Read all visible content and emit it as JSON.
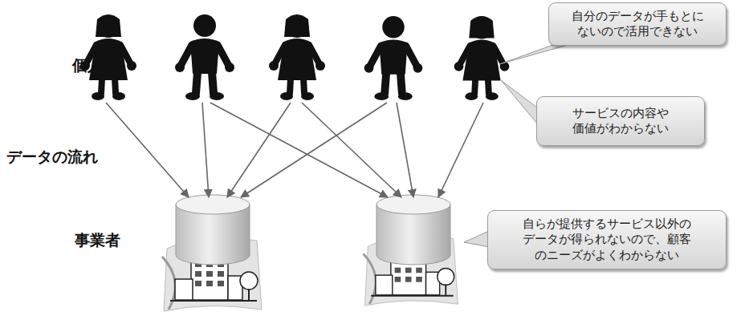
{
  "diagram": {
    "nodes": [
      {
        "text": [
          "自分のデータが手もとに ないので活用できない"
        ]
      },
      {
        "text": [
          "サービスの内容や 価値がわからない"
        ]
      },
      {
        "text": [
          "自らが提供するサービス以外の データが得られないので、顧客 のニーズがよくわからない"
        ]
      }
    ],
    "labels": [
      "個人",
      "データの流れ",
      "事業者"
    ]
  }
}
